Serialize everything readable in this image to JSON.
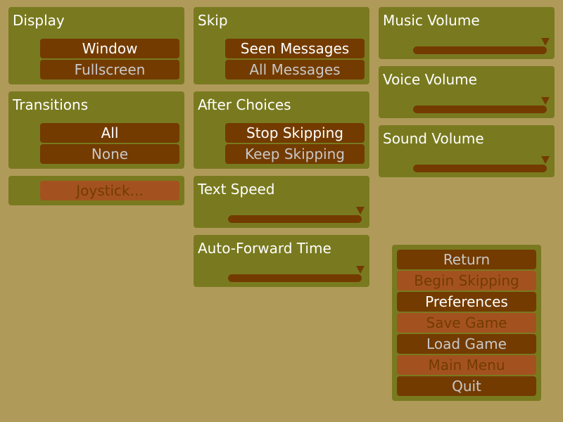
{
  "display": {
    "title": "Display",
    "options": [
      {
        "label": "Window",
        "selected": true
      },
      {
        "label": "Fullscreen",
        "selected": false
      }
    ]
  },
  "transitions": {
    "title": "Transitions",
    "options": [
      {
        "label": "All",
        "selected": true
      },
      {
        "label": "None",
        "selected": false
      }
    ]
  },
  "joystick": {
    "label": "Joystick..."
  },
  "skip": {
    "title": "Skip",
    "options": [
      {
        "label": "Seen Messages",
        "selected": true
      },
      {
        "label": "All Messages",
        "selected": false
      }
    ]
  },
  "after_choices": {
    "title": "After Choices",
    "options": [
      {
        "label": "Stop Skipping",
        "selected": true
      },
      {
        "label": "Keep Skipping",
        "selected": false
      }
    ]
  },
  "text_speed": {
    "title": "Text Speed",
    "value": 1.0
  },
  "auto_forward": {
    "title": "Auto-Forward Time",
    "value": 1.0
  },
  "music_volume": {
    "title": "Music Volume",
    "value": 1.0
  },
  "voice_volume": {
    "title": "Voice Volume",
    "value": 1.0
  },
  "sound_volume": {
    "title": "Sound Volume",
    "value": 1.0
  },
  "menu": {
    "items": [
      {
        "label": "Return",
        "state": "normal"
      },
      {
        "label": "Begin Skipping",
        "state": "disabled"
      },
      {
        "label": "Preferences",
        "state": "selected"
      },
      {
        "label": "Save Game",
        "state": "disabled"
      },
      {
        "label": "Load Game",
        "state": "normal"
      },
      {
        "label": "Main Menu",
        "state": "disabled"
      },
      {
        "label": "Quit",
        "state": "normal"
      }
    ]
  }
}
